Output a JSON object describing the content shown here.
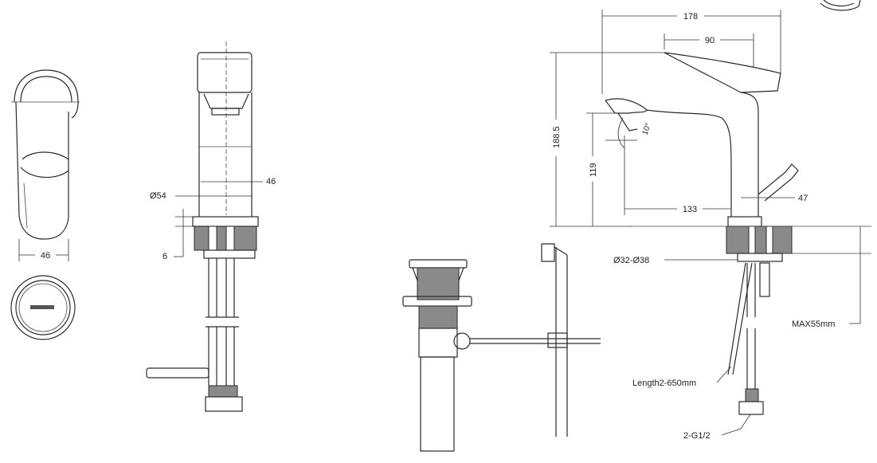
{
  "dimensions": {
    "side_width": "46",
    "front_width": "46",
    "front_diameter": "Ø54",
    "front_gap": "6",
    "total_depth": "178",
    "lever_length": "90",
    "total_height": "188.5",
    "spout_height": "119",
    "reach": "133",
    "angle": "10°",
    "popup_offset": "47",
    "hole_diameter": "Ø32-Ø38",
    "max_thickness": "MAX55mm",
    "hose_length": "Length2-650mm",
    "thread": "2-G1/2"
  }
}
